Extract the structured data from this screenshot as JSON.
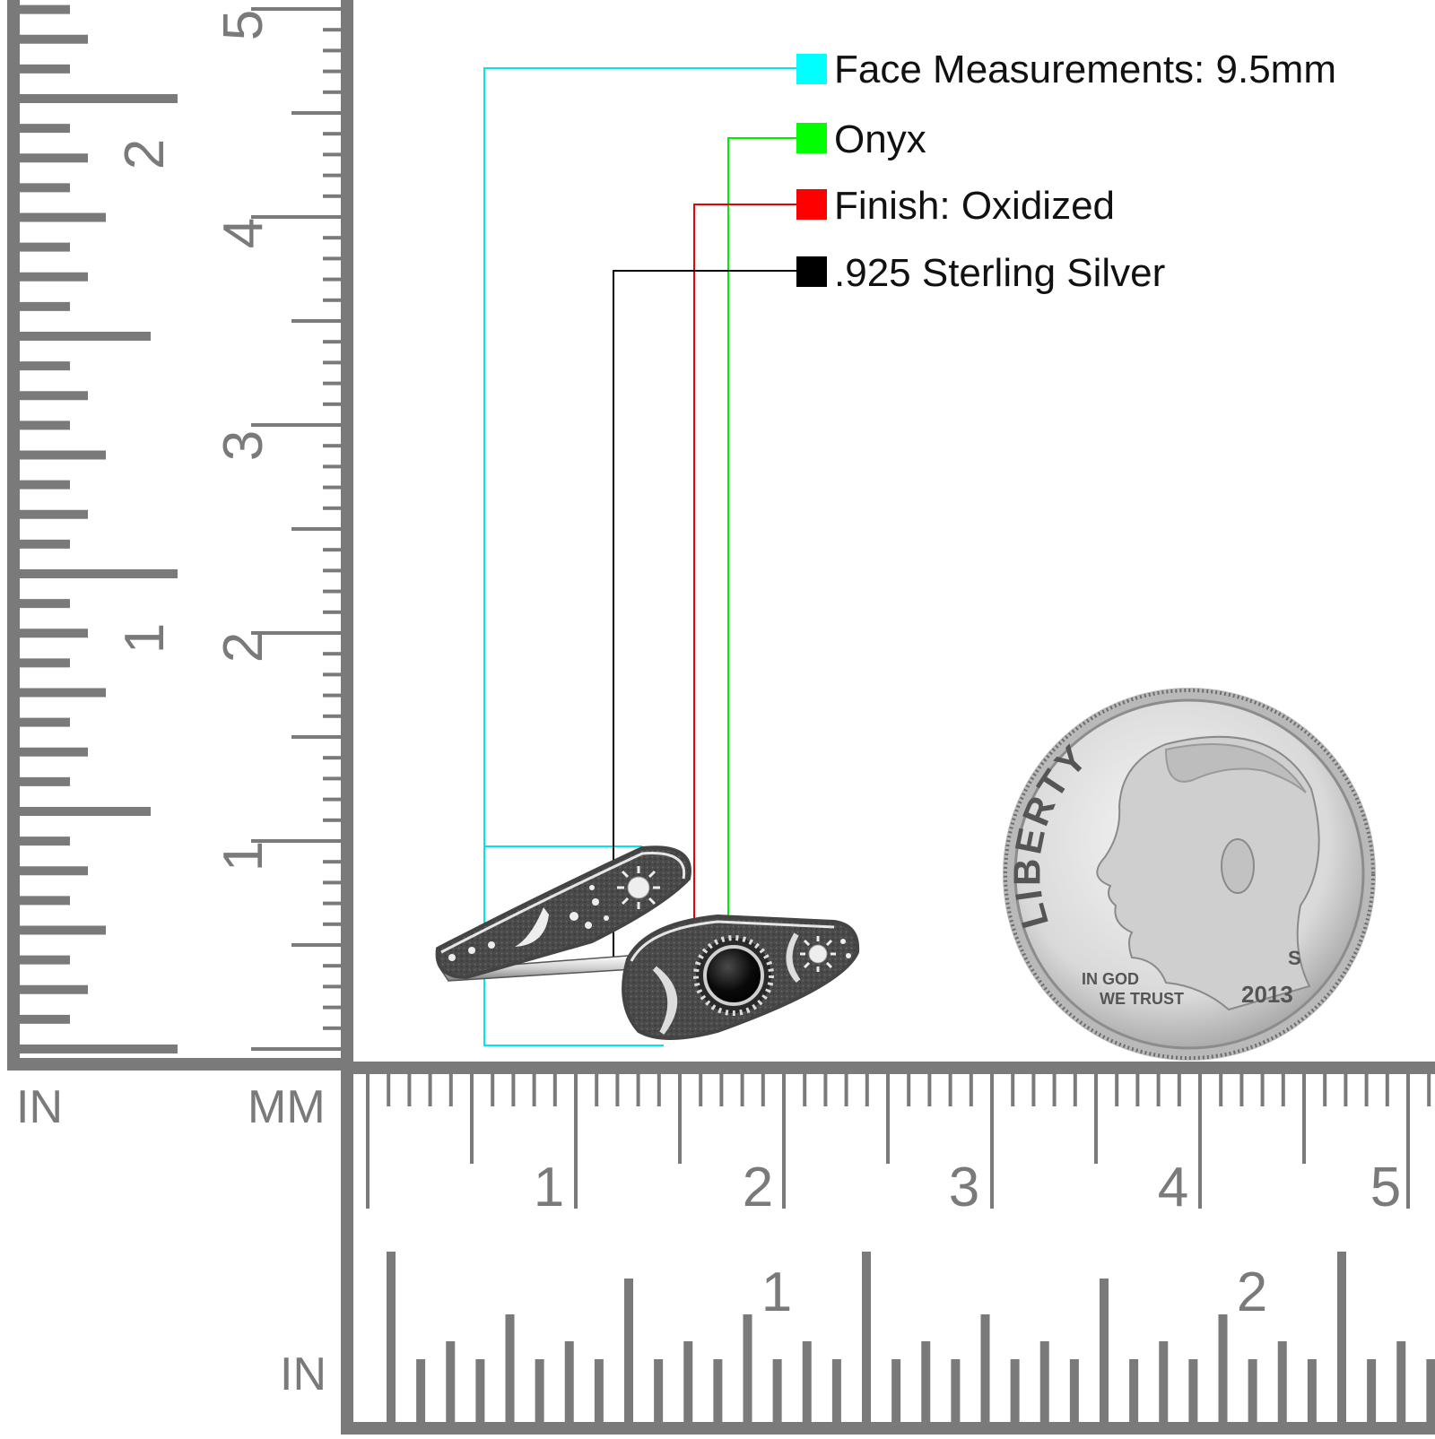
{
  "ruler_units": {
    "left_inch_label": "IN",
    "left_mm_label": "MM",
    "bottom_inch_label": "IN"
  },
  "left_ruler": {
    "inch_numbers": [
      "1",
      "2"
    ],
    "mm_numbers": [
      "1",
      "2",
      "3",
      "4",
      "5"
    ]
  },
  "bottom_ruler": {
    "mm_numbers": [
      "1",
      "2",
      "3",
      "4",
      "5"
    ],
    "inch_numbers": [
      "1",
      "2"
    ]
  },
  "legend": [
    {
      "text": "Face Measurements: 9.5mm",
      "color": "#00ffff"
    },
    {
      "text": "Onyx",
      "color": "#00ff00"
    },
    {
      "text": "Finish: Oxidized",
      "color": "#ff0000"
    },
    {
      "text": ".925 Sterling Silver",
      "color": "#000000"
    }
  ],
  "coin": {
    "top_legend": "LIBERTY",
    "motto_line1": "IN GOD",
    "motto_line2": "WE TRUST",
    "mint_mark": "S",
    "year": "2013"
  },
  "colors": {
    "ruler": "#7a7a7a",
    "face_bracket": "#00e5ee",
    "stone_leader": "#00ee00",
    "finish_leader": "#ee0000",
    "metal_leader": "#000000"
  }
}
